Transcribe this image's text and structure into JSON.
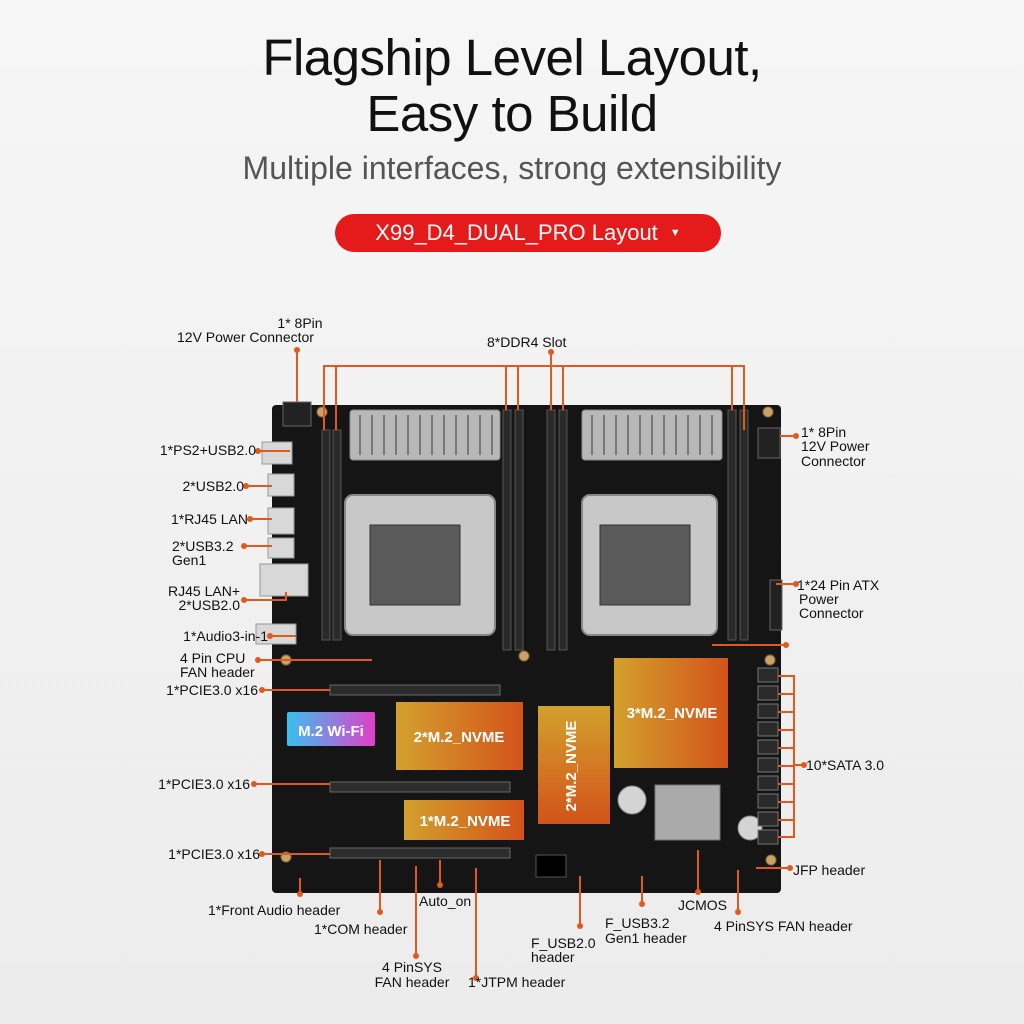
{
  "header": {
    "title_line1": "Flagship Level Layout,",
    "title_line2": "Easy to Build",
    "subtitle": "Multiple interfaces, strong extensibility",
    "layout_button": "X99_D4_DUAL_PRO Layout",
    "accent_color": "#e51b1b"
  },
  "callouts": {
    "power8_left_1": "1* 8Pin",
    "power8_left_2": "12V  Power Connector",
    "ddr4": "8*DDR4 Slot",
    "power8_right_1": "1* 8Pin",
    "power8_right_2": "12V Power",
    "power8_right_3": "Connector",
    "ps2": "1*PS2+USB2.0",
    "usb2": "2*USB2.0",
    "rj45": "1*RJ45 LAN",
    "usb32_1": "2*USB3.2",
    "usb32_2": "Gen1",
    "rj45usb_1": "RJ45 LAN+",
    "rj45usb_2": "2*USB2.0",
    "audio": "1*Audio3-in-1",
    "cpufan_1": "4 Pin CPU",
    "cpufan_2": "FAN header",
    "atx_1": "1*24 Pin ATX",
    "atx_2": "Power",
    "atx_3": "Connector",
    "pcie1": "1*PCIE3.0 x16",
    "pcie2": "1*PCIE3.0 x16",
    "pcie3": "1*PCIE3.0 x16",
    "sata": "10*SATA 3.0",
    "jfp": "JFP header",
    "front_audio": "1*Front Audio header",
    "com": "1*COM header",
    "auto_on": "Auto_on",
    "sysfan_left_1": "4 PinSYS",
    "sysfan_left_2": "FAN header",
    "jtpm": "1*JTPM header",
    "fusb2_1": "F_USB2.0",
    "fusb2_2": "header",
    "fusb3_1": "F_USB3.2",
    "fusb3_2": "Gen1 header",
    "jcmos": "JCMOS",
    "sysfan_right": "4 PinSYS FAN header"
  },
  "board": {
    "wifi_label": "M.2 Wi-Fi",
    "nvme_2_label": "2*M.2_NVME",
    "nvme_2v_label": "2*M.2_NVME",
    "nvme_3_label": "3*M.2_NVME",
    "nvme_1_label": "1*M.2_NVME",
    "callout_color": "#e05a1e"
  }
}
